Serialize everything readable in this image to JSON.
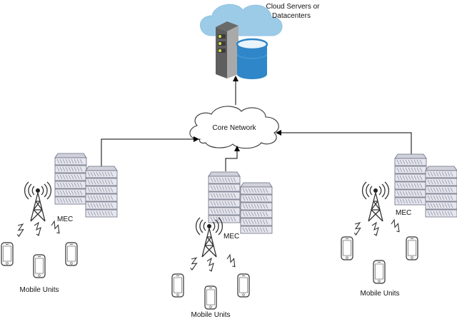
{
  "labels": {
    "cloud_line1": "Cloud Servers or",
    "cloud_line2": "Datacenters",
    "core": "Core Network",
    "mec": "MEC",
    "mobile": "Mobile Units"
  },
  "colors": {
    "cloud": "#9ccbe8",
    "cloud_edge": "#8fc2e2",
    "server_dark": "#5e5e5e",
    "server_light": "#a9a9a9",
    "db_blue": "#2f86c8",
    "rack_fill": "#e6e6ee",
    "rack_stroke": "#6b6f80",
    "wire": "#000000"
  },
  "icons": {
    "datacenter": "cloud-datacenter-icon",
    "core": "core-network-cloud-icon",
    "rack": "server-rack-icon",
    "tower": "cell-tower-icon",
    "phone": "mobile-phone-icon",
    "wireless": "lightning-link-icon"
  }
}
